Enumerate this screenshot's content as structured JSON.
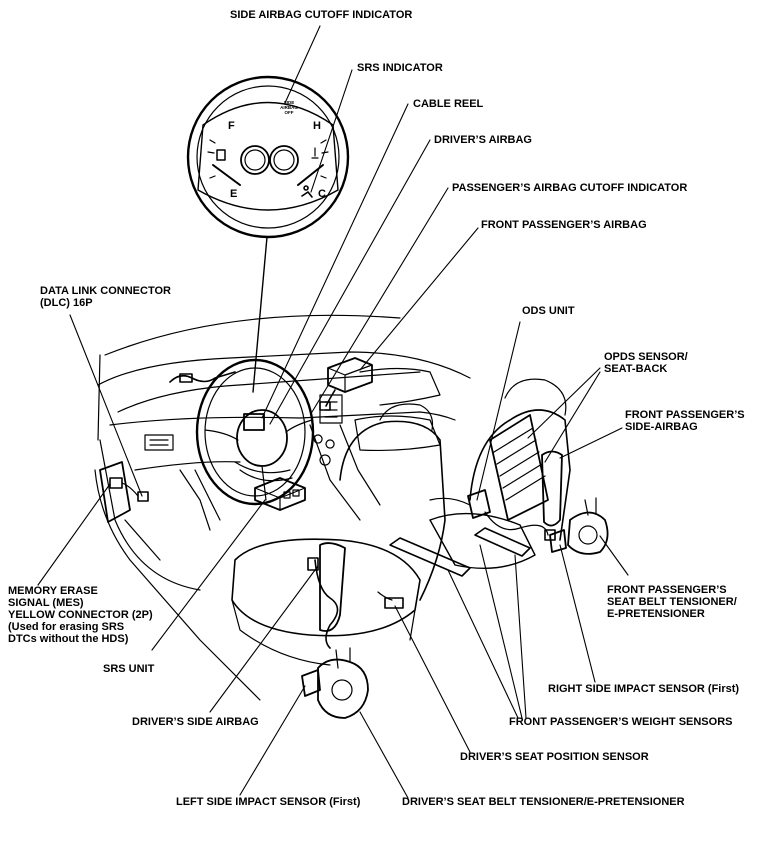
{
  "labels": {
    "side_airbag_cutoff_indicator": "SIDE AIRBAG CUTOFF INDICATOR",
    "srs_indicator": "SRS INDICATOR",
    "cable_reel": "CABLE REEL",
    "drivers_airbag": "DRIVER’S AIRBAG",
    "passengers_airbag_cutoff_indicator": "PASSENGER’S AIRBAG CUTOFF INDICATOR",
    "front_passengers_airbag": "FRONT PASSENGER’S AIRBAG",
    "data_link_connector": [
      "DATA LINK CONNECTOR",
      "(DLC) 16P"
    ],
    "ods_unit": "ODS UNIT",
    "opds_sensor": [
      "OPDS SENSOR/",
      "SEAT-BACK"
    ],
    "front_passengers_side_airbag": [
      "FRONT PASSENGER’S",
      "SIDE-AIRBAG"
    ],
    "memory_erase_signal": [
      "MEMORY ERASE",
      "SIGNAL (MES)",
      "YELLOW CONNECTOR (2P)",
      "(Used for erasing SRS",
      "DTCs without the HDS)"
    ],
    "front_passengers_seat_belt_tensioner": [
      "FRONT PASSENGER’S",
      "SEAT BELT TENSIONER/",
      "E-PRETENSIONER"
    ],
    "srs_unit": "SRS UNIT",
    "right_side_impact_sensor": "RIGHT SIDE IMPACT SENSOR (First)",
    "drivers_side_airbag": "DRIVER’S SIDE AIRBAG",
    "front_passengers_weight_sensors": "FRONT PASSENGER’S WEIGHT SENSORS",
    "drivers_seat_position_sensor": "DRIVER’S SEAT POSITION SENSOR",
    "left_side_impact_sensor": "LEFT SIDE IMPACT SENSOR (First)",
    "drivers_seat_belt_tensioner": "DRIVER’S SEAT BELT TENSIONER/E-PRETENSIONER"
  },
  "gauge": {
    "fuel_full": "F",
    "fuel_empty": "E",
    "temp_hot": "H",
    "temp_cold": "C",
    "warning_text": [
      "SIDE",
      "AIRBAG",
      "OFF"
    ]
  },
  "colors": {
    "ink": "#000000",
    "background": "#ffffff"
  }
}
